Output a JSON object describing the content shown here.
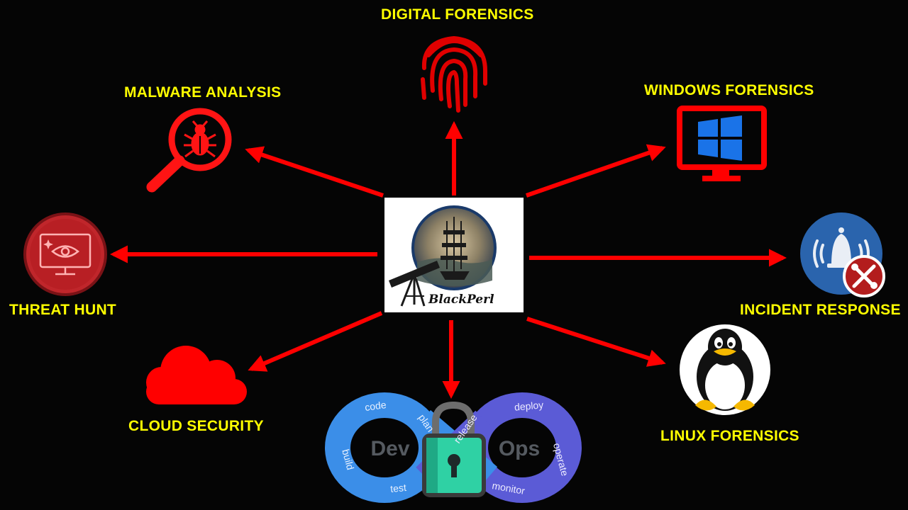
{
  "colors": {
    "background": "#050505",
    "arrow": "#ff0000",
    "label": "#ffff00",
    "windows_blue": "#1a73e8",
    "devops_blue": "#3b8ee8",
    "devops_purple": "#5b5bd6",
    "lock_green": "#2fd1a4"
  },
  "center": {
    "logo_text": "BlackPerl"
  },
  "nodes": {
    "digital_forensics": {
      "label": "DIGITAL FORENSICS",
      "icon": "fingerprint-icon"
    },
    "malware_analysis": {
      "label": "MALWARE ANALYSIS",
      "icon": "bug-magnifier-icon"
    },
    "windows_forensics": {
      "label": "WINDOWS FORENSICS",
      "icon": "windows-monitor-icon"
    },
    "threat_hunt": {
      "label": "THREAT HUNT",
      "icon": "threat-eye-monitor-icon"
    },
    "incident_response": {
      "label": "INCIDENT RESPONSE",
      "icon": "alarm-bell-tools-icon"
    },
    "cloud_security": {
      "label": "CLOUD SECURITY",
      "icon": "cloud-icon"
    },
    "linux_forensics": {
      "label": "LINUX FORENSICS",
      "icon": "tux-penguin-icon"
    },
    "devsecops": {
      "icon": "devsecops-lock-icon",
      "left_word": "Dev",
      "right_word": "Ops",
      "left_steps": [
        "code",
        "plan",
        "build",
        "test"
      ],
      "right_steps": [
        "release",
        "deploy",
        "operate",
        "monitor"
      ]
    }
  }
}
